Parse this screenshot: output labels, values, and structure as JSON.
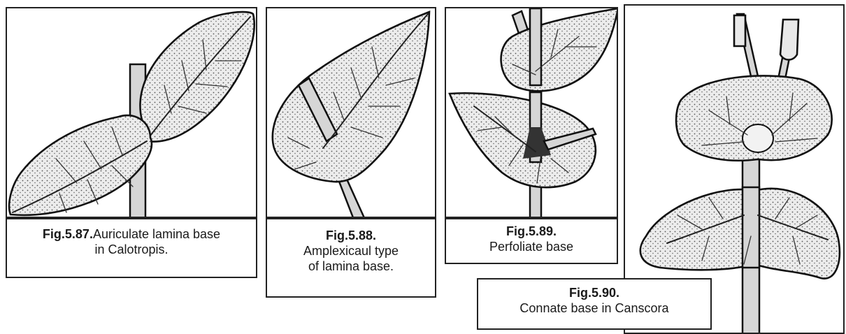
{
  "figures": [
    {
      "title": "Fig.5.87.",
      "lines": [
        "Auriculate lamina base",
        "in Calotropis."
      ]
    },
    {
      "title": "Fig.5.88.",
      "lines": [
        "Amplexicaul type",
        "of lamina base."
      ]
    },
    {
      "title": "Fig.5.89.",
      "lines": [
        "Perfoliate base"
      ]
    },
    {
      "title": "Fig.5.90.",
      "lines": [
        "Connate base in Canscora"
      ]
    }
  ]
}
